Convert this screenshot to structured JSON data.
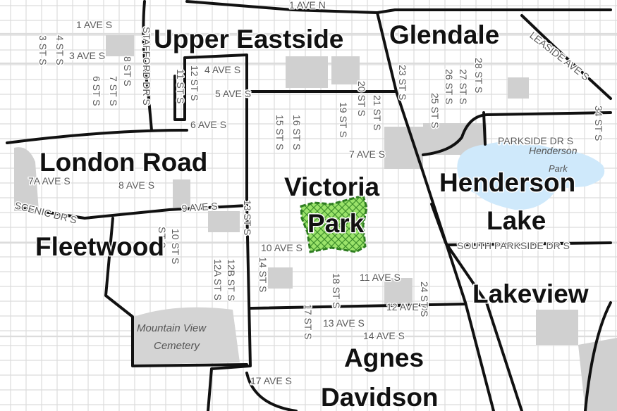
{
  "map": {
    "colors": {
      "background": "#ffffff",
      "street": "#dcdcdc",
      "block": "#f4f4f4",
      "building": "#c9c9c9",
      "water": "#cfe9fb",
      "park_fill": "#9be36a",
      "park_outline": "#2f7d22",
      "boundary": "#111111",
      "street_label": "#5a5a5a",
      "neighbourhood_label": "#111111"
    },
    "neighbourhoods": {
      "upper_eastside": "Upper Eastside",
      "glendale": "Glendale",
      "london_road": "London Road",
      "victoria_park_1": "Victoria",
      "victoria_park_2": "Park",
      "henderson_lake_1": "Henderson",
      "henderson_lake_2": "Lake",
      "fleetwood": "Fleetwood",
      "lakeview": "Lakeview",
      "agnes_davidson_1": "Agnes",
      "agnes_davidson_2": "Davidson"
    },
    "places": {
      "henderson": "Henderson",
      "park": "Park",
      "mountain_view_1": "Mountain View",
      "mountain_view_2": "Cemetery"
    },
    "streets": {
      "s_1_ave_n": "1 AVE N",
      "s_1_ave_s": "1 AVE S",
      "s_3_ave_s": "3 AVE S",
      "s_4_ave_s": "4 AVE S",
      "s_5_ave_s": "5 AVE S",
      "s_6_ave_s": "6 AVE S",
      "s_7_ave_s": "7 AVE S",
      "s_7a_ave_s": "7A AVE S",
      "s_8_ave_s": "8 AVE S",
      "s_9_ave_s": "9 AVE S",
      "s_10_ave_s": "10 AVE S",
      "s_11_ave_s": "11 AVE S",
      "s_12_ave_s": "12 AVE S",
      "s_13_ave_s": "13 AVE S",
      "s_14_ave_s": "14 AVE S",
      "s_17_ave_s": "17 AVE S",
      "s_3_st_s": "3 ST S",
      "s_4_st_s": "4 ST S",
      "s_6_st_s": "6 ST S",
      "s_7_st_s": "7 ST S",
      "s_8_st_s": "8 ST S",
      "s_10_st_s": "10 ST S",
      "s_11_st_s": "11 ST S",
      "s_12_st_s": "12 ST S",
      "s_12a_st_s": "12A ST S",
      "s_12b_st_s": "12B ST S",
      "s_13_st_s": "13 ST S",
      "s_14_st_s": "14 ST S",
      "s_15_st_s": "15 ST S",
      "s_16_st_s": "16 ST S",
      "s_17_st_s": "17 ST S",
      "s_18_st_s": "18 ST S",
      "s_19_st_s": "19 ST S",
      "s_20_st_s": "20 ST S",
      "s_21_st_s": "21 ST S",
      "s_23_st_s": "23 ST S",
      "s_24_st_s": "24 ST S",
      "s_25_st_s": "25 ST S",
      "s_26_st_s": "26 ST S",
      "s_27_st_s": "27 ST S",
      "s_28_st_s": "28 ST S",
      "s_34_st_s": "34 ST S",
      "s_st_s_short": "ST S",
      "stafford": "STAFFORD DR S",
      "leaside": "LEASIDE AVE S",
      "parkside": "PARKSIDE DR S",
      "south_parkside": "SOUTH PARKSIDE DR S",
      "scenic": "SCENIC DR S"
    }
  }
}
